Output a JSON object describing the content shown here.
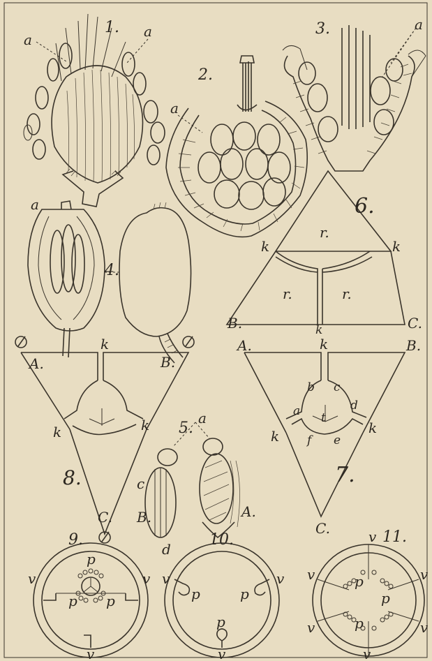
{
  "figure_numbers": [
    "1.",
    "2.",
    "3.",
    "4.",
    "5.",
    "6.",
    "7.",
    "8.",
    "9.",
    "10.",
    "11."
  ],
  "labels": {
    "fig1_a_left": "a",
    "fig1_a_right": "a",
    "fig2_a": "a",
    "fig3_a": "a",
    "fig4_a": "a",
    "fig5_a": "a",
    "fig5_c": "c",
    "fig5_B": "B.",
    "fig5_d": "d",
    "fig5_A": "A.",
    "fig6_r_top": "r.",
    "fig6_r_left": "r.",
    "fig6_r_right": "r.",
    "fig6_k_left": "k",
    "fig6_k_right": "k",
    "fig6_k_bottom": "k",
    "fig6_B": "B.",
    "fig6_C": "C.",
    "fig7_A": "A.",
    "fig7_B": "B.",
    "fig7_C": "C.",
    "fig7_k_top": "k",
    "fig7_k_left": "k",
    "fig7_k_right": "k",
    "fig7_a": "a",
    "fig7_b": "b",
    "fig7_c": "c",
    "fig7_d": "d",
    "fig7_e": "e",
    "fig7_f": "f",
    "fig7_t": "t",
    "fig8_A": "A.",
    "fig8_B": "B.",
    "fig8_C": "C.",
    "fig8_k_top": "k",
    "fig8_k_left": "k",
    "fig8_k_right": "k",
    "fig9_v": "v",
    "fig9_p": "p",
    "fig10_v": "v",
    "fig10_p": "p",
    "fig11_v": "v",
    "fig11_p": "p"
  }
}
